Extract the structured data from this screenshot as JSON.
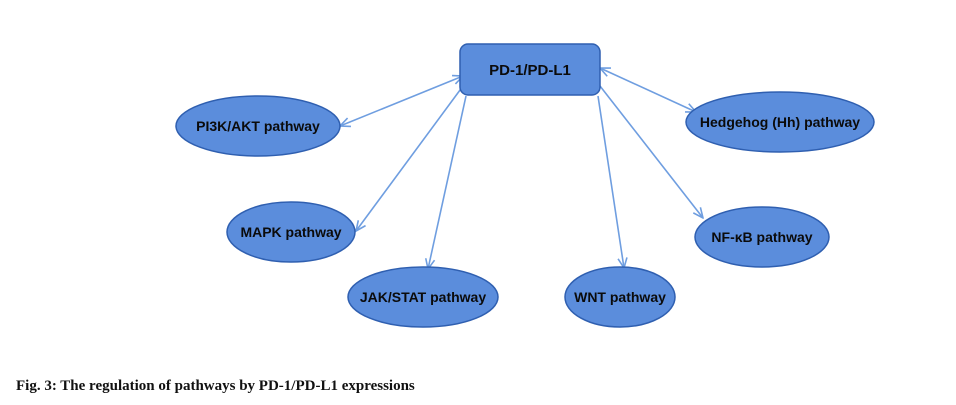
{
  "diagram": {
    "center": "PD-1/PD-L1",
    "nodes": [
      {
        "id": "pi3k",
        "label": "PI3K/AKT pathway"
      },
      {
        "id": "mapk",
        "label": "MAPK pathway"
      },
      {
        "id": "jakstat",
        "label": "JAK/STAT pathway"
      },
      {
        "id": "wnt",
        "label": "WNT pathway"
      },
      {
        "id": "nfkb",
        "label": "NF-κB pathway"
      },
      {
        "id": "hedgehog",
        "label": "Hedgehog (Hh) pathway"
      }
    ],
    "edges": [
      {
        "from": "PD-1/PD-L1",
        "to": "pi3k",
        "direction": "both"
      },
      {
        "from": "PD-1/PD-L1",
        "to": "mapk",
        "direction": "to"
      },
      {
        "from": "PD-1/PD-L1",
        "to": "jakstat",
        "direction": "to"
      },
      {
        "from": "PD-1/PD-L1",
        "to": "wnt",
        "direction": "to"
      },
      {
        "from": "PD-1/PD-L1",
        "to": "nfkb",
        "direction": "to"
      },
      {
        "from": "PD-1/PD-L1",
        "to": "hedgehog",
        "direction": "both"
      }
    ],
    "colors": {
      "node_fill": "#5b8ddc",
      "node_border": "#2f5fb0",
      "edge": "#6f9ee0"
    }
  },
  "caption": "Fig. 3: The regulation of pathways by PD-1/PD-L1 expressions"
}
